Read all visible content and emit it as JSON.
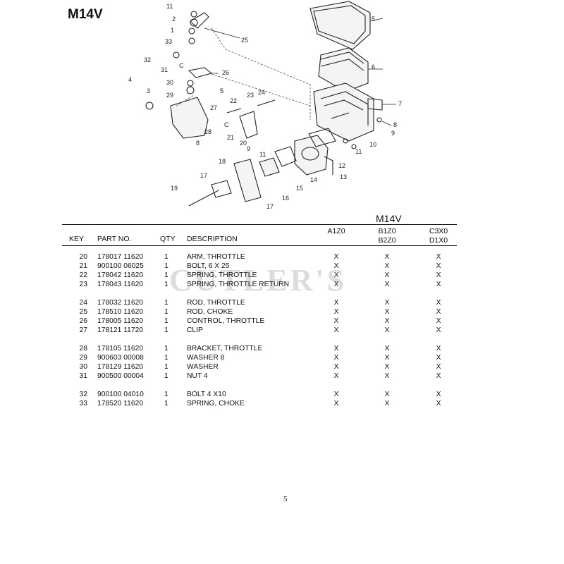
{
  "page_title": "M14V",
  "diagram": {
    "callouts": [
      "11",
      "2",
      "1",
      "25",
      "33",
      "5",
      "32",
      "31",
      "C",
      "26",
      "4",
      "30",
      "3",
      "29",
      "6",
      "5",
      "27",
      "23",
      "24",
      "7",
      "22",
      "28",
      "C",
      "21",
      "8",
      "9",
      "20",
      "8",
      "9",
      "11",
      "10",
      "12",
      "18",
      "17",
      "11",
      "13",
      "15",
      "14",
      "16",
      "19",
      "17"
    ]
  },
  "table": {
    "title": "M14V",
    "headers": {
      "key": "KEY",
      "part_no": "PART NO.",
      "qty": "QTY",
      "description": "DESCRIPTION",
      "col_a": "A1Z0",
      "col_b_line1": "B1Z0",
      "col_b_line2": "B2Z0",
      "col_c_line1": "C3X0",
      "col_c_line2": "D1X0"
    },
    "rows": [
      {
        "key": "20",
        "part": "178017 11620",
        "qty": "1",
        "desc": "ARM, THROTTLE",
        "a": "X",
        "b": "X",
        "c": "X"
      },
      {
        "key": "21",
        "part": "900100 06025",
        "qty": "1",
        "desc": "BOLT,  6 X 25",
        "a": "X",
        "b": "X",
        "c": "X"
      },
      {
        "key": "22",
        "part": "178042 11620",
        "qty": "1",
        "desc": "SPRING, THROTTLE",
        "a": "X",
        "b": "X",
        "c": "X"
      },
      {
        "key": "23",
        "part": "178043 11620",
        "qty": "1",
        "desc": "SPRING, THROTTLE RETURN",
        "a": "X",
        "b": "X",
        "c": "X"
      },
      {
        "key": "24",
        "part": "178032 11620",
        "qty": "1",
        "desc": "ROD, THROTTLE",
        "a": "X",
        "b": "X",
        "c": "X"
      },
      {
        "key": "25",
        "part": "178510 11620",
        "qty": "1",
        "desc": "ROD, CHOKE",
        "a": "X",
        "b": "X",
        "c": "X"
      },
      {
        "key": "26",
        "part": "178005 11620",
        "qty": "1",
        "desc": "CONTROL, THROTTLE",
        "a": "X",
        "b": "X",
        "c": "X"
      },
      {
        "key": "27",
        "part": "178121 11720",
        "qty": "1",
        "desc": "CLIP",
        "a": "X",
        "b": "X",
        "c": "X"
      },
      {
        "key": "28",
        "part": "178105 11620",
        "qty": "1",
        "desc": "BRACKET, THROTTLE",
        "a": "X",
        "b": "X",
        "c": "X"
      },
      {
        "key": "29",
        "part": "900603 00008",
        "qty": "1",
        "desc": "WASHER  8",
        "a": "X",
        "b": "X",
        "c": "X"
      },
      {
        "key": "30",
        "part": "178129 11620",
        "qty": "1",
        "desc": "WASHER",
        "a": "X",
        "b": "X",
        "c": "X"
      },
      {
        "key": "31",
        "part": "900500 00004",
        "qty": "1",
        "desc": "NUT 4",
        "a": "X",
        "b": "X",
        "c": "X"
      },
      {
        "key": "32",
        "part": "900100 04010",
        "qty": "1",
        "desc": "BOLT  4 X10",
        "a": "X",
        "b": "X",
        "c": "X"
      },
      {
        "key": "33",
        "part": "178520 11620",
        "qty": "1",
        "desc": "SPRING, CHOKE",
        "a": "X",
        "b": "X",
        "c": "X"
      }
    ]
  },
  "watermark": "CUTLER'S",
  "page_number": "5"
}
